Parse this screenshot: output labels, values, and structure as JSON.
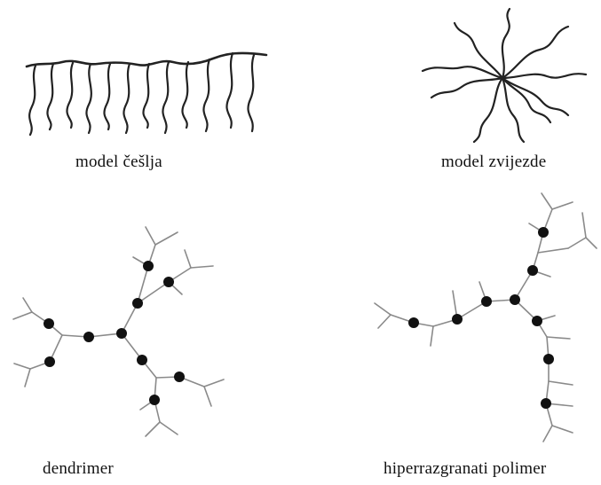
{
  "labels": {
    "comb": "model češlja",
    "star": "model zvijezde",
    "dendrimer": "dendrimer",
    "hyperbranched": "hiperrazgranati polimer"
  },
  "colors": {
    "chain": "#222222",
    "bond": "#8a8a8a",
    "node": "#111111"
  }
}
